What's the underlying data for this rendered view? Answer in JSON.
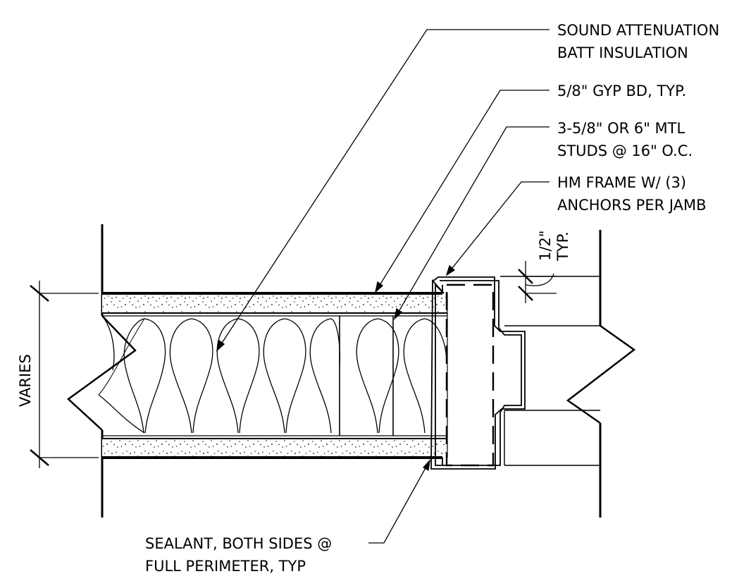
{
  "notes": {
    "sound_attenuation": [
      "SOUND ATTENUATION",
      "BATT INSULATION"
    ],
    "gyp_bd": [
      "5/8\" GYP BD, TYP."
    ],
    "metal_studs": [
      "3-5/8\" OR 6\" MTL",
      "STUDS @ 16\" O.C."
    ],
    "hm_frame": [
      "HM FRAME W/ (3)",
      "ANCHORS PER JAMB"
    ],
    "sealant": [
      "SEALANT, BOTH SIDES @",
      "FULL PERIMETER, TYP"
    ]
  },
  "dimensions": {
    "wall_thickness": "VARIES",
    "gap": "1/2\"",
    "gap_typ": "TYP."
  }
}
